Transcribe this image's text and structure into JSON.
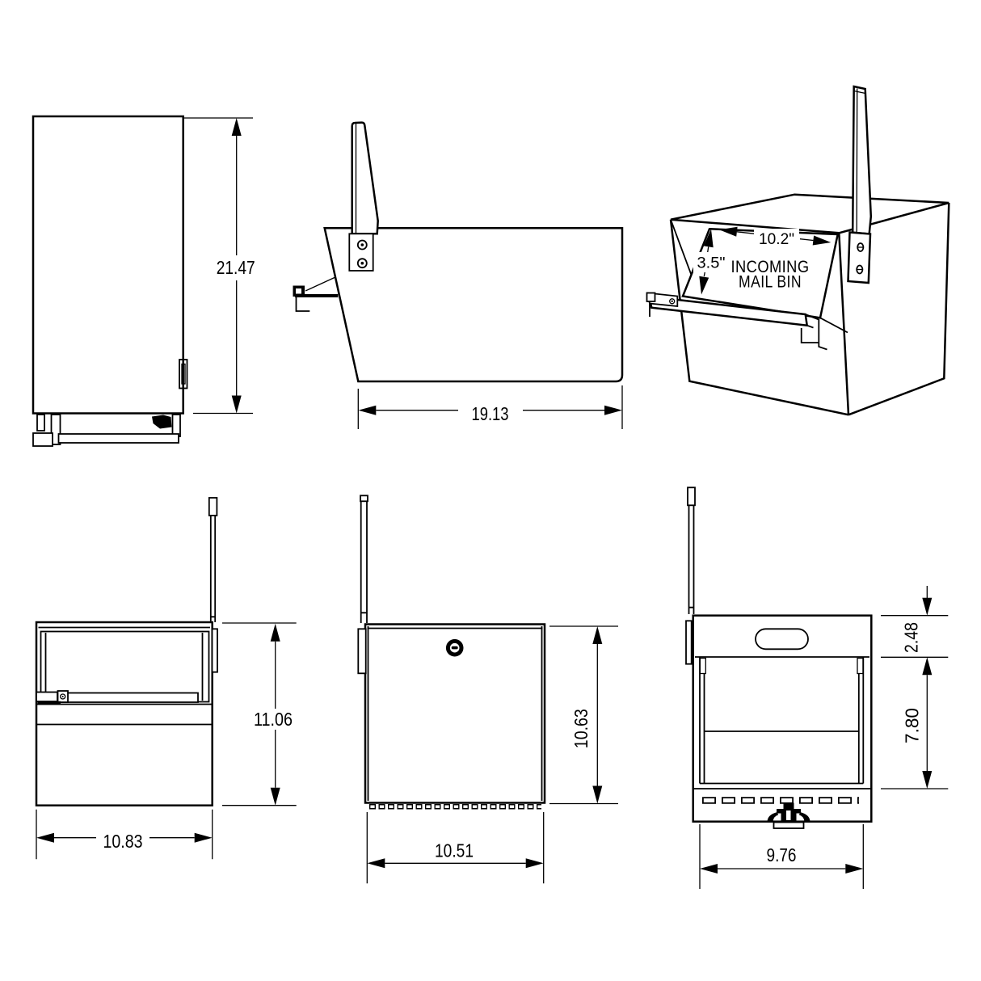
{
  "drawing": {
    "background": "#ffffff",
    "line_color": "#000000",
    "views": {
      "side_closed": {
        "height_dim": "21.47"
      },
      "side_flag": {
        "length_dim": "19.13"
      },
      "perspective": {
        "bin_width_dim": "10.2\"",
        "bin_depth_dim": "3.5\"",
        "bin_label_1": "INCOMING",
        "bin_label_2": "MAIL BIN"
      },
      "front_open": {
        "height_dim": "11.06",
        "width_dim": "10.83"
      },
      "front_closed": {
        "height_dim": "10.63",
        "width_dim": "10.51"
      },
      "rear_open": {
        "lid_height_dim": "2.48",
        "opening_height_dim": "7.80",
        "width_dim": "9.76"
      }
    }
  }
}
